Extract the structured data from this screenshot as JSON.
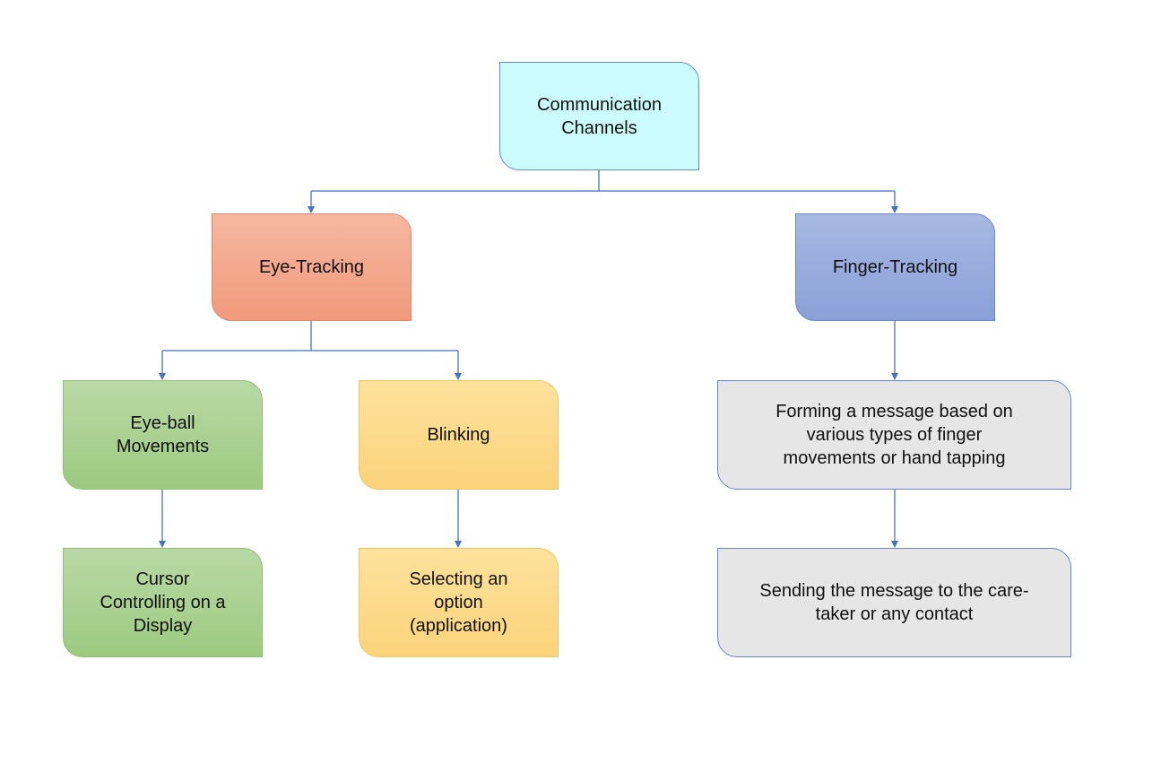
{
  "diagram": {
    "root": {
      "label": "Communication\nChannels"
    },
    "eye_tracking": {
      "label": "Eye-Tracking"
    },
    "finger_tracking": {
      "label": "Finger-Tracking"
    },
    "eyeball": {
      "label": "Eye-ball\nMovements"
    },
    "blinking": {
      "label": "Blinking"
    },
    "cursor": {
      "label": "Cursor\nControlling on a\nDisplay"
    },
    "selecting": {
      "label": "Selecting an\noption\n(application)"
    },
    "forming": {
      "label": "Forming a message based on\nvarious types of finger\nmovements or hand tapping"
    },
    "sending": {
      "label": "Sending the message to the care-\ntaker or any contact"
    }
  },
  "colors": {
    "connector": "#4472c4",
    "root_fill": "#ccfbfd",
    "eye_fill": "#f4a98c",
    "finger_fill": "#95a9dc",
    "green_fill": "#a9d18e",
    "yellow_fill": "#fdd986",
    "grey_fill": "#e6e6e6"
  }
}
